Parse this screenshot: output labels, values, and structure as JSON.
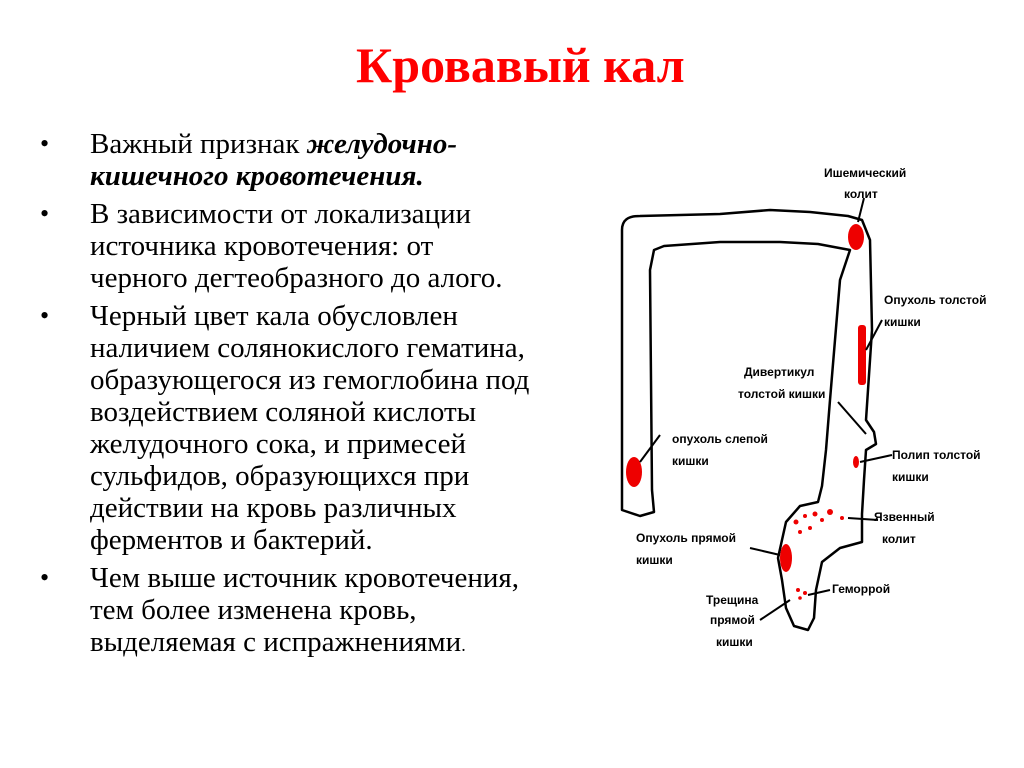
{
  "title": "Кровавый кал",
  "bullets": [
    {
      "lines": [
        {
          "plain": "Важный признак ",
          "em": "желудочно-"
        },
        {
          "plain": "",
          "em": "кишечного кровотечения",
          "suffix": "."
        }
      ]
    },
    {
      "lines": [
        {
          "plain": "В зависимости от локализации"
        },
        {
          "plain": "источника кровотечения: от"
        },
        {
          "plain": "черного дегтеобразного до алого."
        }
      ]
    },
    {
      "lines": [
        {
          "plain": "Черный цвет кала обусловлен"
        },
        {
          "plain": "наличием солянокислого гематина,"
        },
        {
          "plain": "образующегося из гемоглобина под"
        },
        {
          "plain": "воздействием соляной кислоты"
        },
        {
          "plain": "желудочного сока, и примесей"
        },
        {
          "plain": "сульфидов, образующихся при"
        },
        {
          "plain": "действии на кровь различных"
        },
        {
          "plain": "ферментов и бактерий."
        }
      ]
    },
    {
      "lines": [
        {
          "plain": "Чем выше источник кровотечения,"
        },
        {
          "plain": "тем более изменена кровь,"
        },
        {
          "plain": "выделяемая с испражнениями",
          "suffix": "."
        }
      ]
    }
  ],
  "diagram": {
    "labels": {
      "ischemic": [
        "Ишемический",
        "колит"
      ],
      "colon_tumor": [
        "Опухоль толстой",
        "кишки"
      ],
      "diverticulum": [
        "Дивертикул",
        "толстой кишки"
      ],
      "cecum_tumor": [
        "опухоль слепой",
        "кишки"
      ],
      "polyp": [
        "Полип толстой",
        "кишки"
      ],
      "ulcerative": [
        "Язвенный",
        "колит"
      ],
      "rectal_tumor": [
        "Опухоль прямой",
        "кишки"
      ],
      "hemorrhoids": [
        "Геморрой"
      ],
      "fissure": [
        "Трещина",
        "прямой",
        "кишки"
      ]
    },
    "colors": {
      "blood": "#ee0000",
      "outline": "#000000"
    }
  }
}
